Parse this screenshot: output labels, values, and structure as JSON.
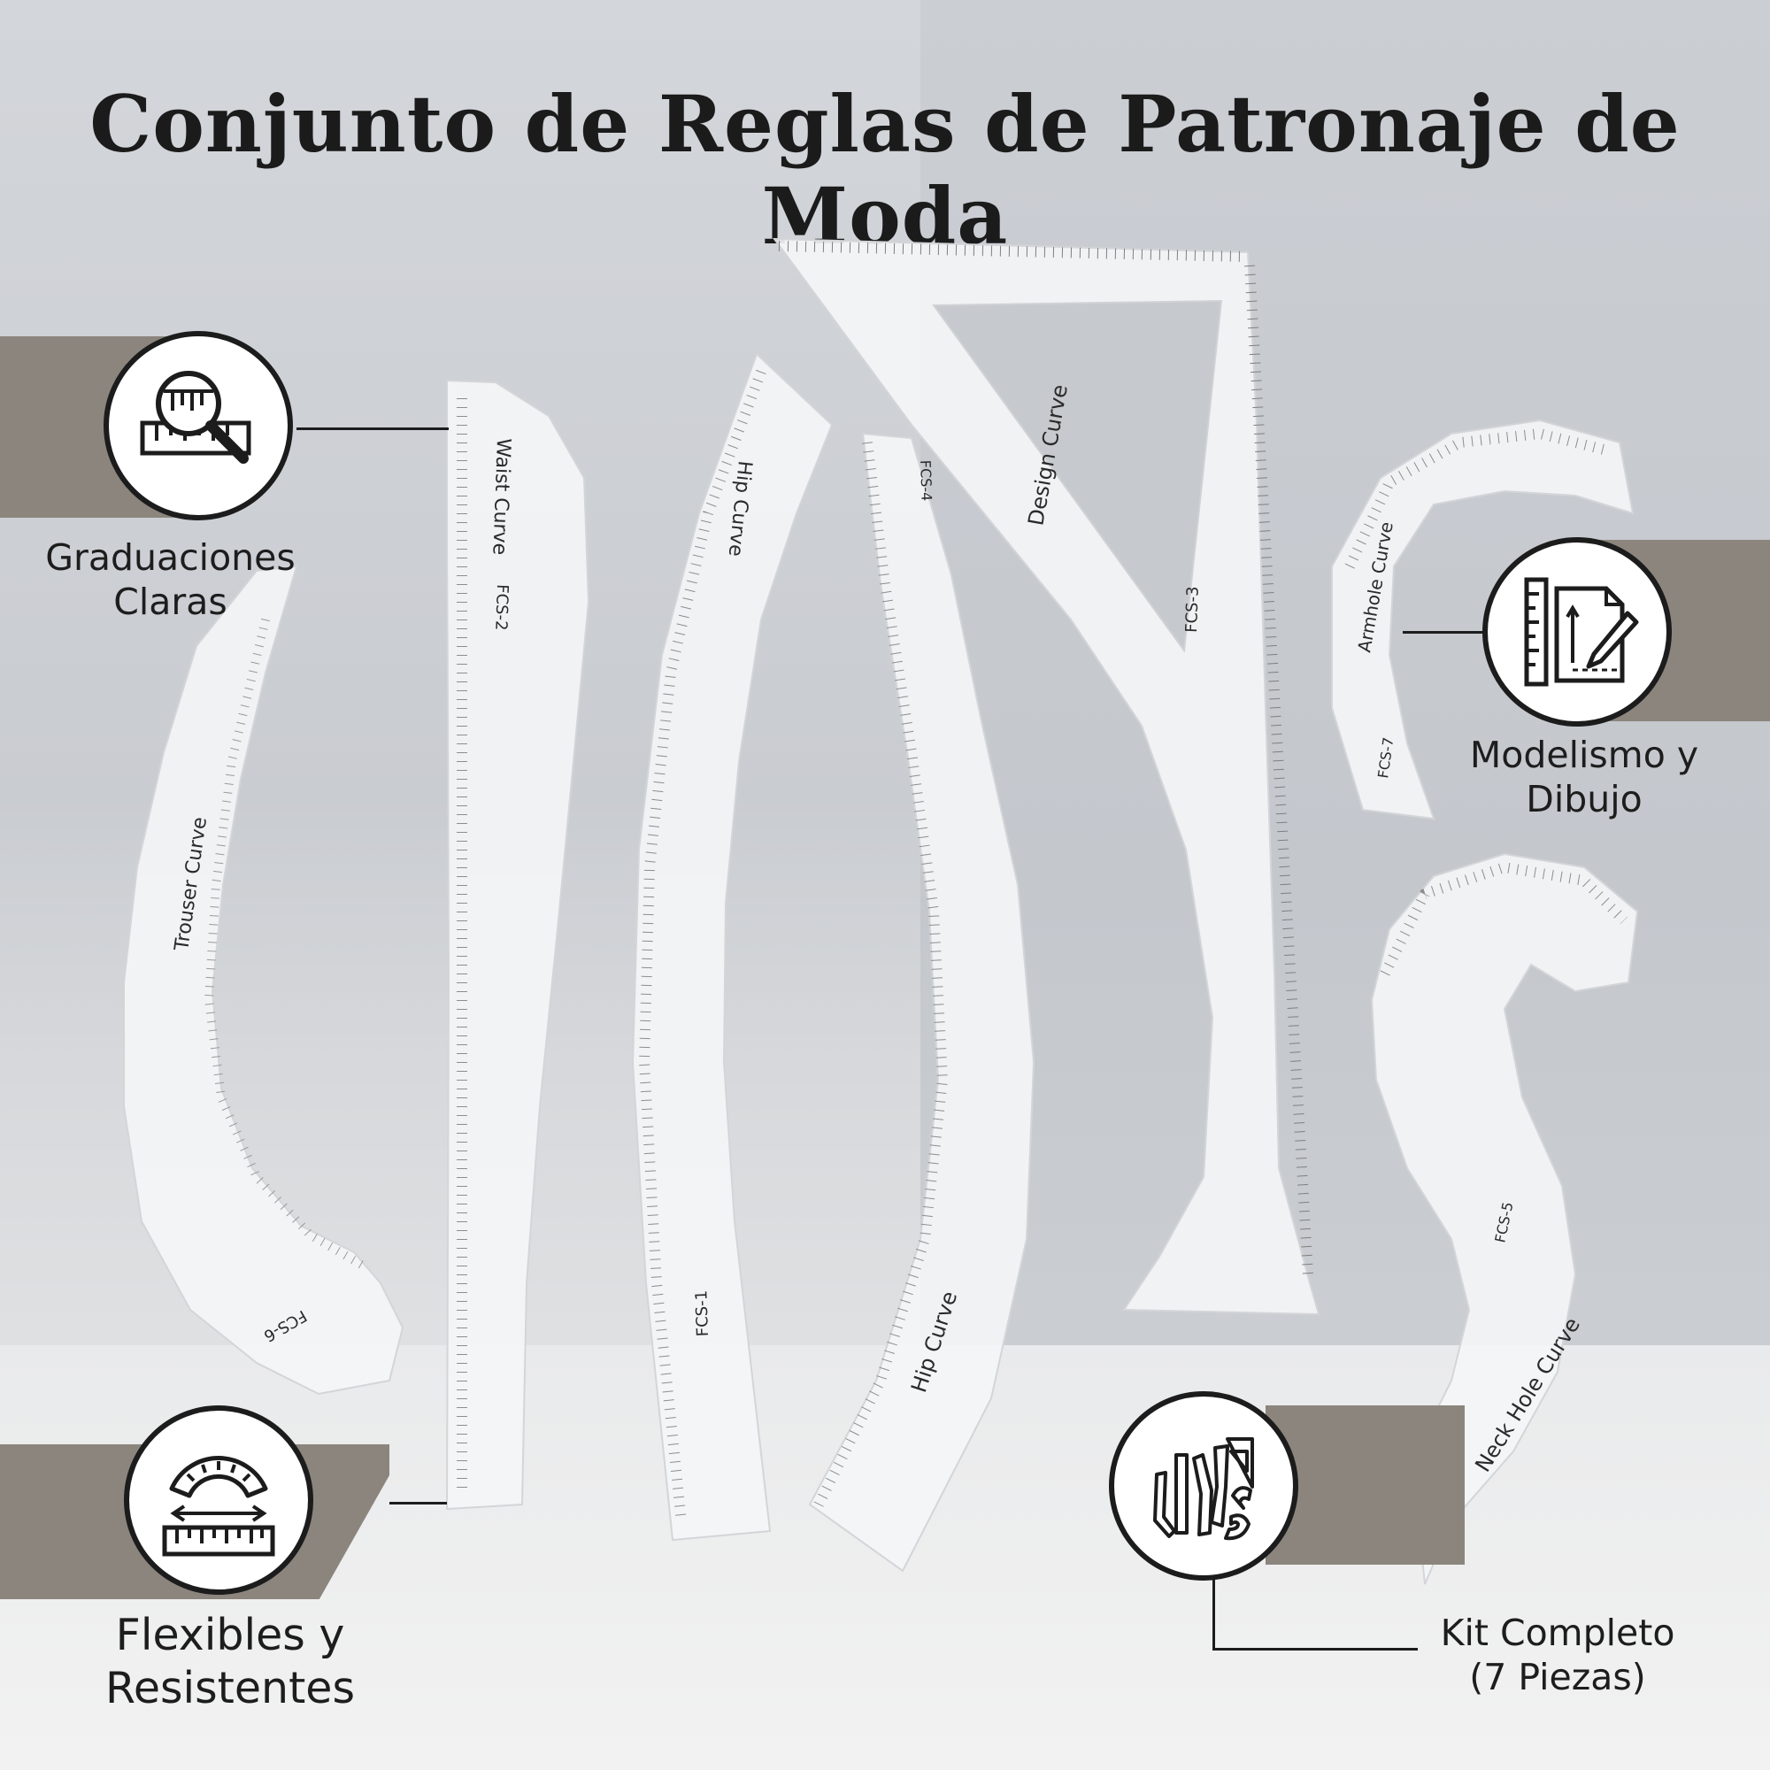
{
  "title": "Conjunto de Reglas de Patronaje de Moda",
  "features": [
    {
      "icon": "ruler-magnifier-icon",
      "line1": "Graduaciones",
      "line2": "Claras"
    },
    {
      "icon": "drawing-pencil-icon",
      "line1": "Modelismo y",
      "line2": "Dibujo"
    },
    {
      "icon": "flexible-ruler-icon",
      "line1": "Flexibles y",
      "line2": "Resistentes"
    },
    {
      "icon": "ruler-set-icon",
      "line1": "Kit Completo",
      "line2": "(7 Piezas)"
    }
  ],
  "rulers": {
    "trouser": {
      "name": "Trouser Curve",
      "code": "FCS-6"
    },
    "waist": {
      "name": "Waist Curve",
      "code": "FCS-2"
    },
    "hip_long": {
      "name": "Hip Curve",
      "code": "FCS-1"
    },
    "hip_small": {
      "name": "Hip Curve",
      "code": "FCS-4"
    },
    "design": {
      "name": "Design Curve",
      "code": "FCS-3"
    },
    "armhole": {
      "name": "Armhole Curve",
      "code": "FCS-7"
    },
    "neck": {
      "name": "Neck Hole Curve",
      "code": "FCS-5"
    }
  }
}
